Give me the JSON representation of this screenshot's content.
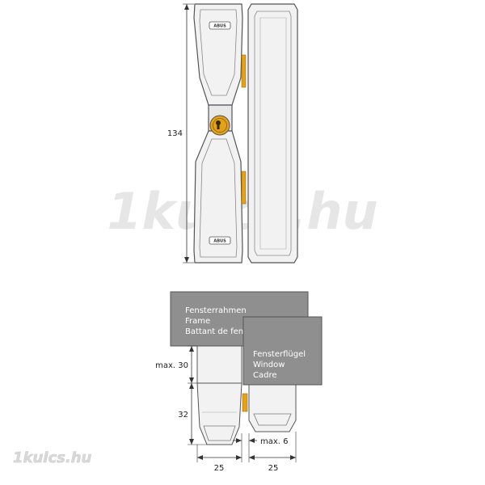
{
  "brand": {
    "logo_text": "ABUS",
    "watermark": "1kulcs.hu",
    "corner_mark": "1kulcs.hu"
  },
  "dimensions": {
    "height_total": "134",
    "max_gap": "max. 30",
    "body_height": "32",
    "width_left": "25",
    "width_right": "25",
    "max_offset": "max. 6"
  },
  "labels": {
    "frame": [
      "Fensterrahmen",
      "Frame",
      "Battant de fenêtre"
    ],
    "sash": [
      "Fensterflügel",
      "Window",
      "Cadre"
    ]
  },
  "colors": {
    "accent": "#e3a21a",
    "panel_grey": "#8f8f8f",
    "body_light": "#f2f2f2",
    "outline": "#555555",
    "watermark": "#e6e6e6"
  }
}
